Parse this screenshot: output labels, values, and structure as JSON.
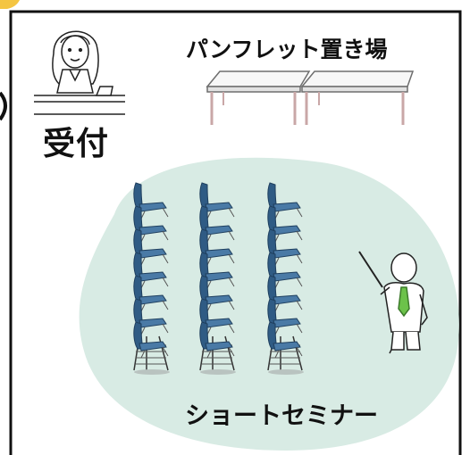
{
  "labels": {
    "reception": "受付",
    "pamphlet_area": "パンフレット置き場",
    "short_seminar": "ショートセミナー"
  },
  "colors": {
    "seminar_area": "#d8ebe4",
    "chair": "#4a7aa6",
    "chair_dark": "#2f5b84",
    "tie": "#6cc24a",
    "border": "#111111",
    "accent": "#f4c542"
  },
  "chairs": {
    "columns": 3,
    "stack_count": 7
  },
  "icons": [
    "receptionist-icon",
    "counter-icon",
    "pamphlet-table-icon",
    "chair-stack-icon",
    "presenter-icon",
    "pointer-icon"
  ]
}
